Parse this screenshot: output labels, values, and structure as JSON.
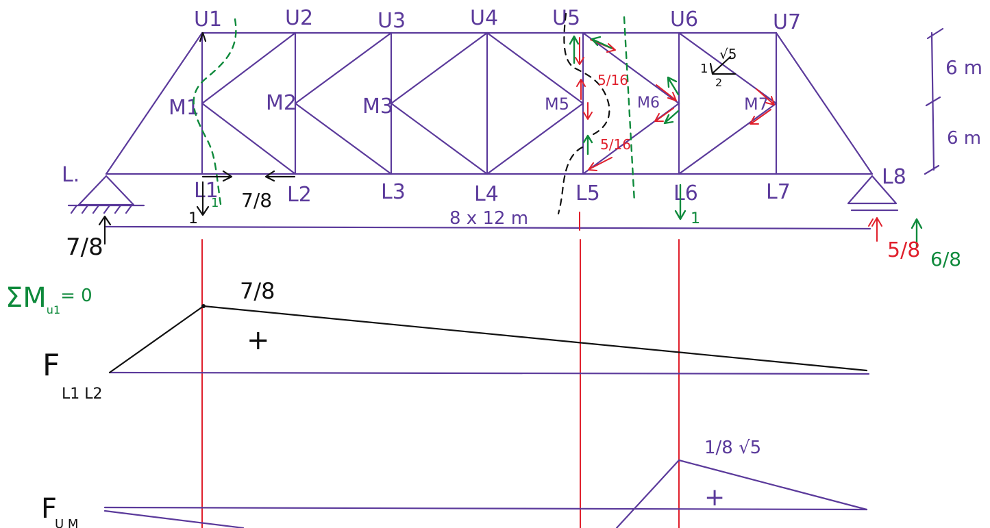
{
  "colors": {
    "truss": "#5b3a9b",
    "red_ink": "#e0202c",
    "green_ink": "#0f8a3c",
    "black_ink": "#111111"
  },
  "labels": {
    "top_nodes": [
      "U1",
      "U2",
      "U3",
      "U4",
      "U5",
      "U6",
      "U7"
    ],
    "mid_nodes": [
      "M1",
      "M2",
      "M3",
      "M5",
      "M6",
      "M7"
    ],
    "bottom_nodes": [
      "L.",
      "L1",
      "L2",
      "L3",
      "L4",
      "L5",
      "L6",
      "L8",
      "L7"
    ],
    "dim_top": "6 m",
    "dim_bottom": "6 m",
    "span": "8 x 12 m",
    "slope_sqrt5": "√5",
    "slope_one": "1",
    "slope_two": "2"
  },
  "annotations": {
    "left_reaction": "7/8",
    "unit_load_left": "1",
    "unit_load_right": "1",
    "force_78_near_L1": "7/8",
    "small_one_L1": "1",
    "red_reaction": "5/8",
    "green_reaction": "6/8",
    "red_frac_upper": "5/16",
    "red_frac_lower": "5/16",
    "moment_eq": "ΣM",
    "moment_eq_sub": "u1",
    "moment_eq_rhs": "= 0"
  },
  "influence_lines": {
    "line1": {
      "label": "F",
      "subscript": "L1 L2",
      "peak_label": "7/8",
      "sign": "+"
    },
    "line2": {
      "label": "F",
      "subscript": "U M",
      "peak_label": "1/8 √5",
      "sign": "+"
    }
  }
}
